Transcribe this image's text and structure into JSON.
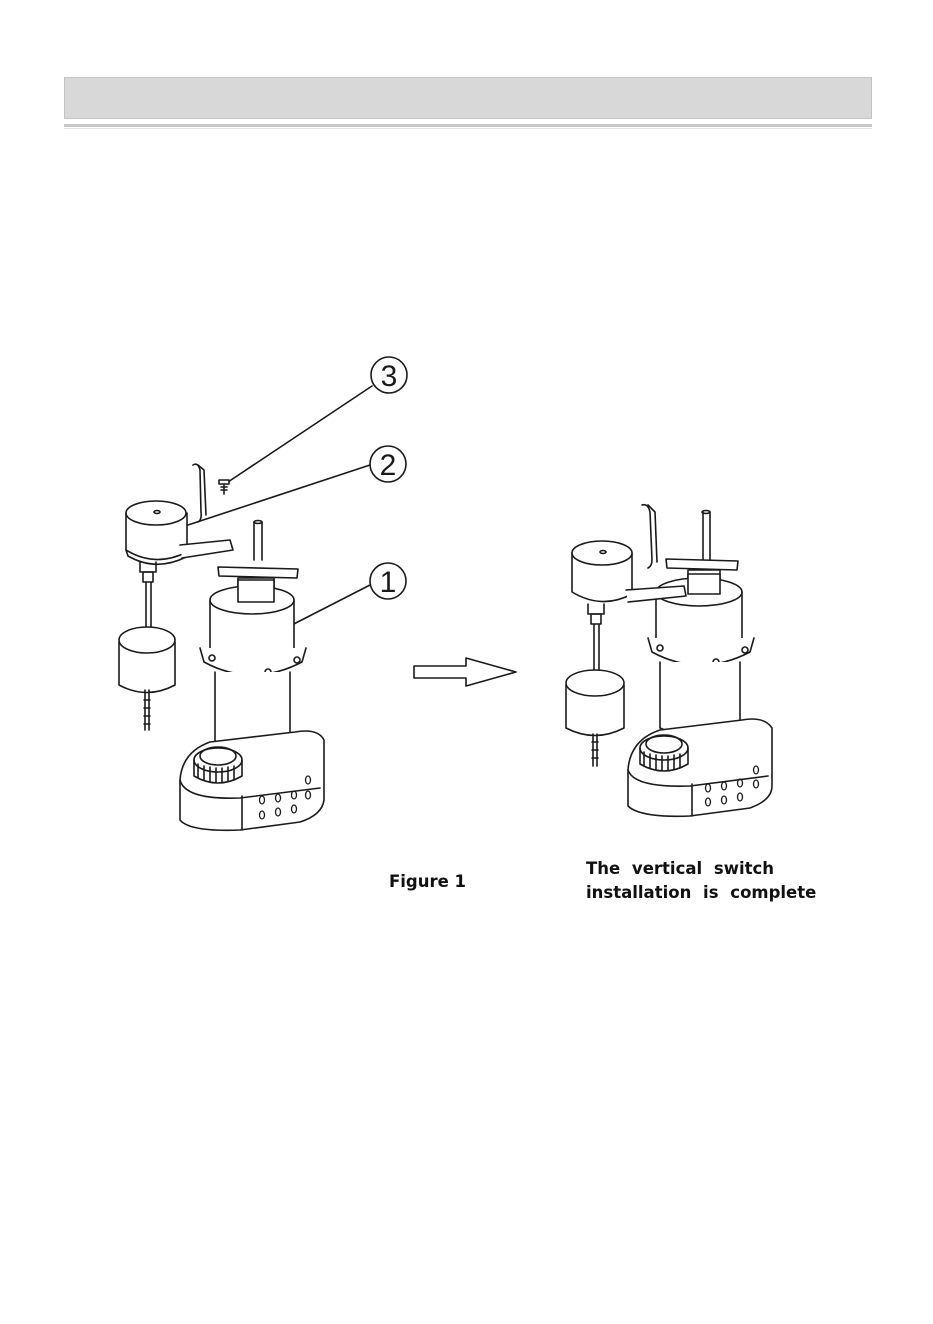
{
  "header": {
    "title": ""
  },
  "callouts": [
    "3",
    "2",
    "1"
  ],
  "captions": {
    "figure": "Figure 1",
    "complete_line1": "The vertical switch",
    "complete_line2": "installation is complete"
  }
}
